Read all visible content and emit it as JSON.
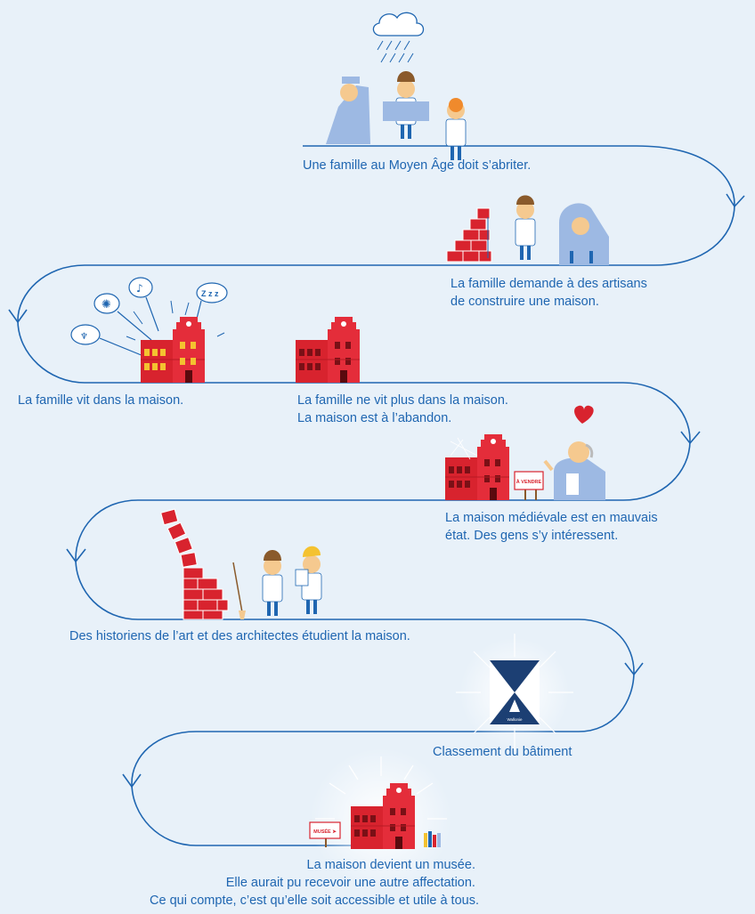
{
  "steps": [
    {
      "lines": [
        "Une famille au Moyen Âge doit s’abriter."
      ]
    },
    {
      "lines": [
        "La famille demande à des artisans",
        "de construire une maison."
      ]
    },
    {
      "lines": [
        "La famille vit dans la maison."
      ]
    },
    {
      "lines": [
        "La famille ne vit plus dans la maison.",
        "La maison est à l’abandon."
      ]
    },
    {
      "lines": [
        "La maison médiévale est en mauvais",
        "état. Des gens s’y intéressent."
      ]
    },
    {
      "lines": [
        "Des historiens de l’art et des architectes étudient la maison."
      ]
    },
    {
      "lines": [
        "Classement du bâtiment"
      ]
    },
    {
      "lines": [
        "La maison devient un musée.",
        "Elle aurait pu recevoir une autre affectation.",
        "Ce qui compte, c’est qu’elle soit accessible et utile à tous."
      ]
    }
  ],
  "signs": {
    "for_sale": "À VENDRE",
    "museum": "MUSÉE ➤"
  },
  "bubbles": {
    "sleep": "Z z z",
    "eat": "🍴"
  },
  "shield_caption": "Wallonie",
  "colors": {
    "line": "#1f66b1",
    "brick": "#d8232e",
    "person": "#9db9e3",
    "skin": "#f5c98f",
    "heart": "#d8232e",
    "navy": "#1c3f73"
  }
}
